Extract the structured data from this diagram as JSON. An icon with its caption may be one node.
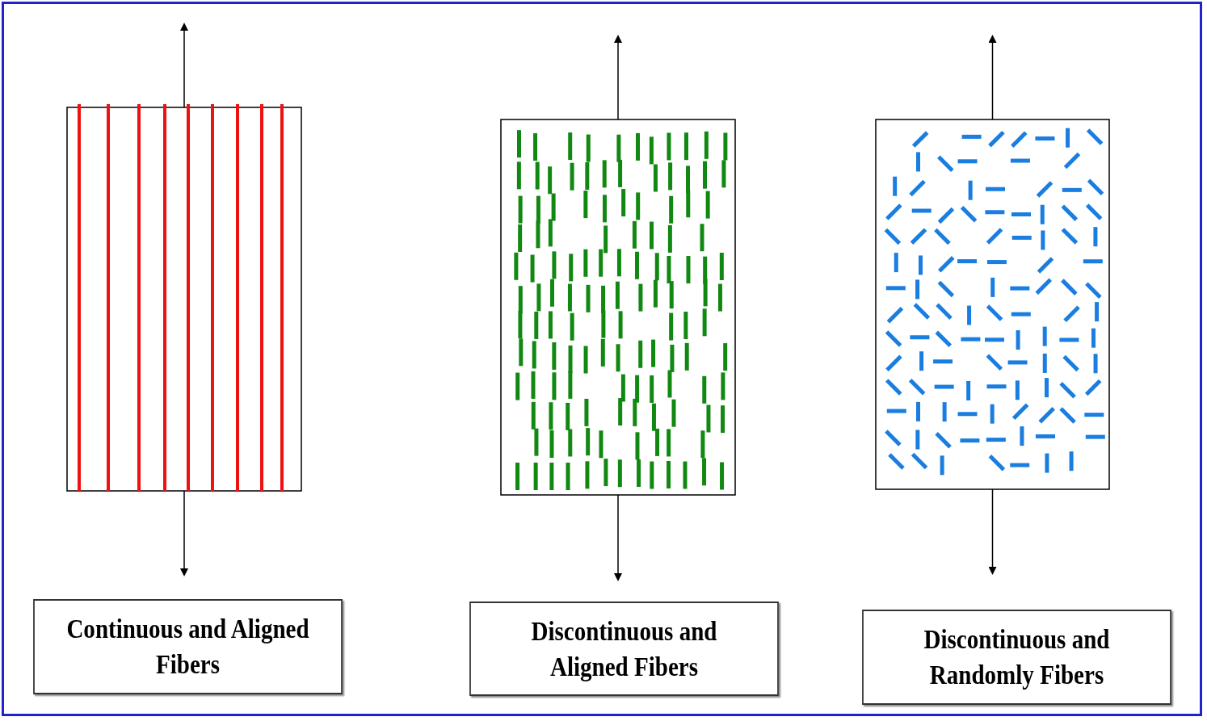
{
  "diagram": {
    "nodes": [
      {
        "text": [
          "Continuous and Aligned Fibers"
        ]
      },
      {
        "text": [
          "Discontinuous and Aligned Fibers"
        ]
      },
      {
        "text": [
          "Discontinuous and Randomly Fibers"
        ]
      }
    ]
  }
}
